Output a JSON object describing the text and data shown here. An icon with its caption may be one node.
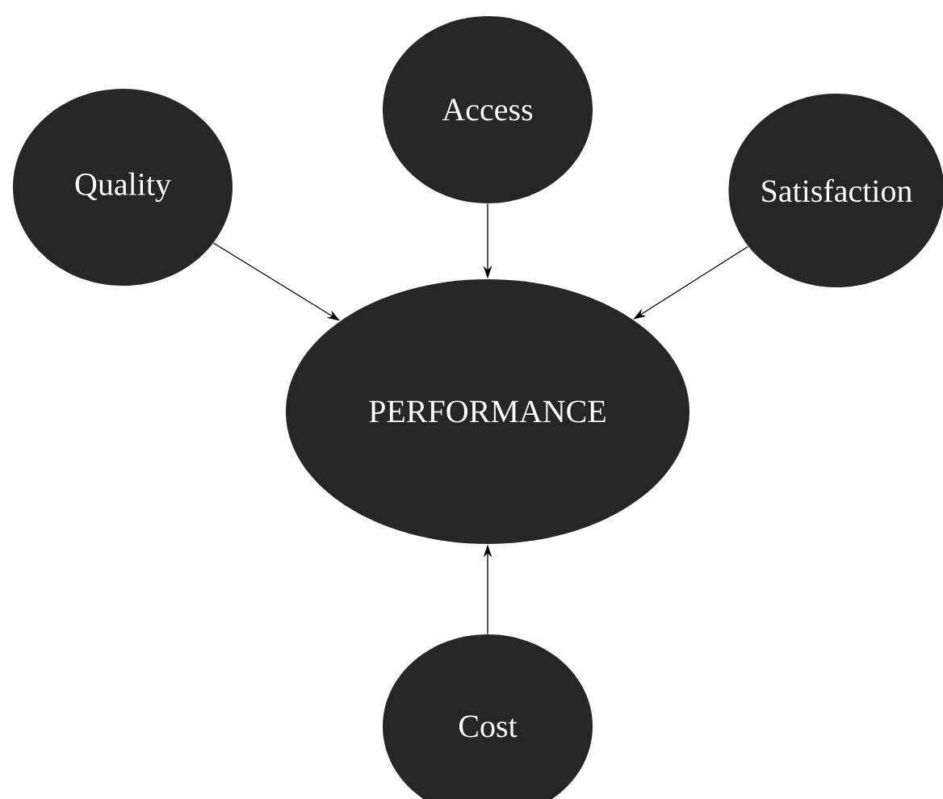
{
  "diagram": {
    "nodes": [
      {
        "text": [
          "Access"
        ]
      },
      {
        "text": [
          "Quality"
        ]
      },
      {
        "text": [
          "Satisfaction"
        ]
      },
      {
        "text": [
          "PERFORMANCE"
        ]
      },
      {
        "text": [
          "Cost"
        ]
      }
    ],
    "edges": [
      {
        "from": 1,
        "to": 3,
        "arrow": "to"
      },
      {
        "from": 0,
        "to": 3,
        "arrow": "to"
      },
      {
        "from": 2,
        "to": 3,
        "arrow": "to"
      },
      {
        "from": 4,
        "to": 3,
        "arrow": "to"
      }
    ]
  }
}
